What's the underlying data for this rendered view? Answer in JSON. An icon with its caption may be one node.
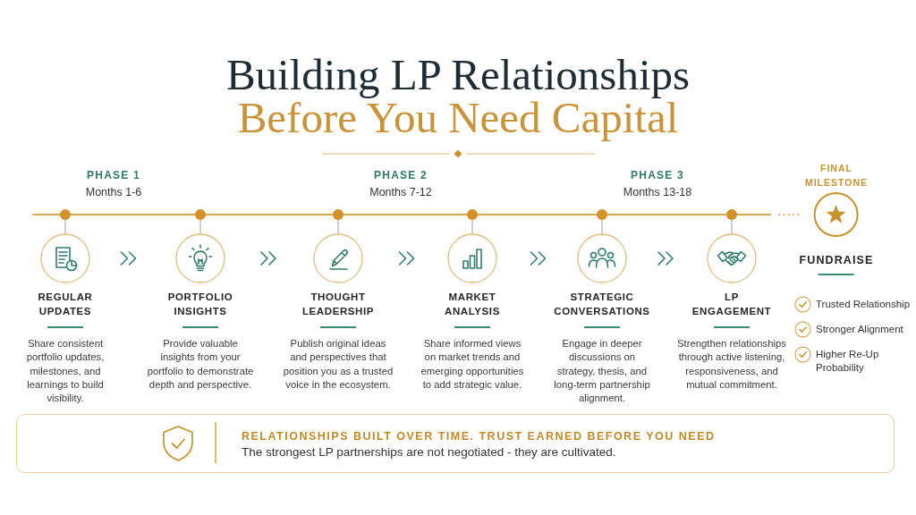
{
  "diagram": {
    "title": "Building LP Relationships Before You Need Capital",
    "nodes": [
      {
        "text": [
          "REGULAR UPDATES",
          "Share consistent portfolio updates, milestones, and learnings to build visibility."
        ]
      },
      {
        "text": [
          "PORTFOLIO INSIGHTS",
          "Provide valuable insights from your portfolio to demonstrate depth and perspective."
        ]
      },
      {
        "text": [
          "THOUGHT LEADERSHIP",
          "Publish original ideas and perspectives that position you as a trusted voice in the ecosystem."
        ]
      },
      {
        "text": [
          "MARKET ANALYSIS",
          "Share informed views on market trends and emerging opportunities to add strategic value."
        ]
      },
      {
        "text": [
          "STRATEGIC CONVERSATIONS",
          "Engage in deeper discussions on strategy, thesis, and long-term partnership alignment."
        ]
      },
      {
        "text": [
          "LP ENGAGEMENT",
          "Strengthen relationships through active listening, responsiveness, and mutual commitment."
        ]
      },
      {
        "text": [
          "FINAL MILESTONE",
          "FUNDRAISE"
        ]
      },
      {
        "text": [
          "RELATIONSHIPS BUILT OVER TIME. TRUST EARNED BEFORE YOU NEED",
          "The strongest LP partnerships are not negotiated - they are cultivated."
        ]
      }
    ],
    "edges": [
      {
        "from": 0,
        "to": 1,
        "arrow": "to"
      },
      {
        "from": 1,
        "to": 2,
        "arrow": "to"
      },
      {
        "from": 2,
        "to": 3,
        "arrow": "to"
      },
      {
        "from": 3,
        "to": 4,
        "arrow": "to"
      },
      {
        "from": 4,
        "to": 5,
        "arrow": "to"
      },
      {
        "from": null,
        "to": 6,
        "arrow": "none",
        "style": "dashed",
        "color": "#d4a54a"
      }
    ],
    "labels": [
      "PHASE 1",
      "Months 1-6",
      "PHASE 2",
      "Months 7-12",
      "PHASE 3",
      "Months 13-18",
      "Trusted Relationship",
      "Stronger Alignment",
      "Higher Re-Up Probability"
    ]
  }
}
